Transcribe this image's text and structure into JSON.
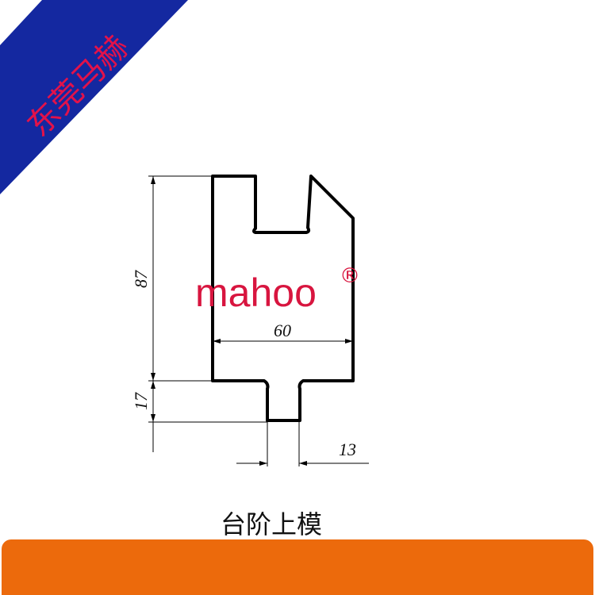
{
  "banner": {
    "text": "东莞马赫",
    "color": "#1428a0",
    "text_color": "#e2124a"
  },
  "brand": {
    "logo": "mahoo",
    "registered_mark": "®",
    "color": "#d8153f"
  },
  "drawing": {
    "dimensions": {
      "height_body": "87",
      "height_tang": "17",
      "width_body": "60",
      "width_tang": "13"
    }
  },
  "caption": "台阶上模",
  "footer_bar": {
    "color": "#ec6a0c"
  }
}
